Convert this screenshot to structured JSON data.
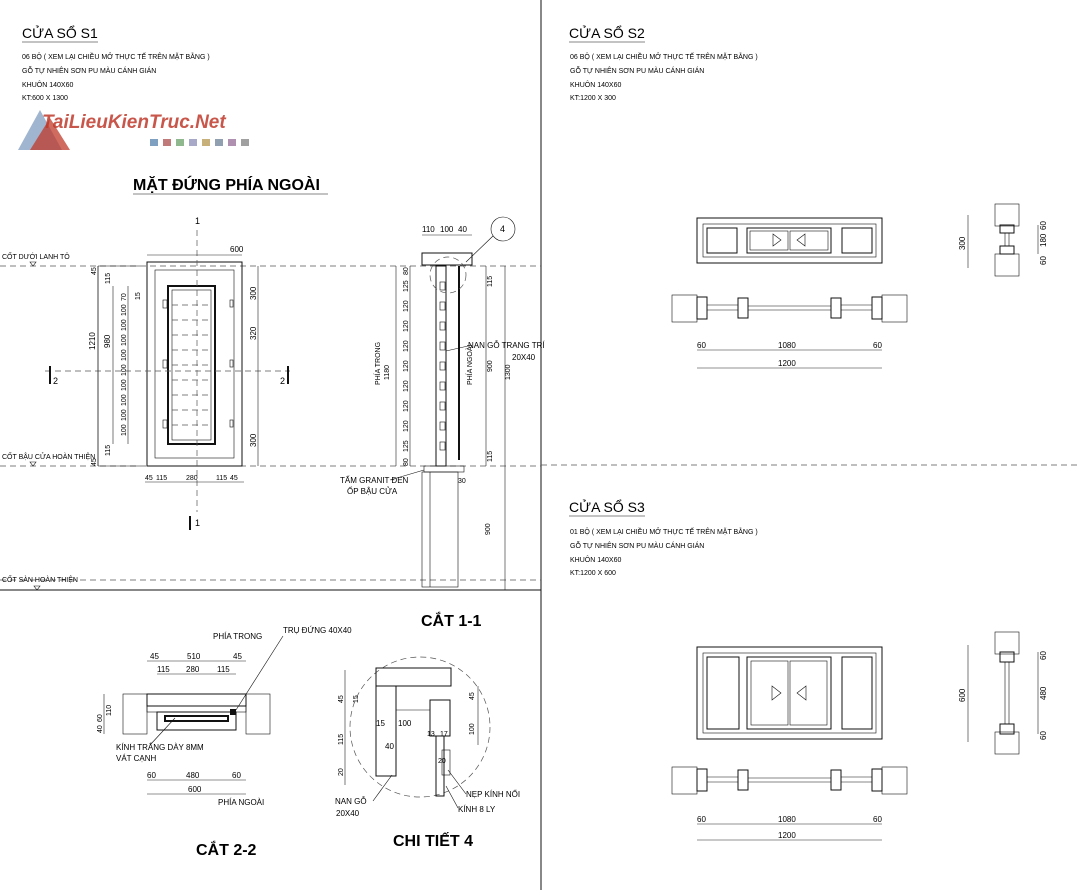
{
  "s1": {
    "title": "CỬA SỔ S1",
    "notes": [
      "06 BỘ ( XEM LẠI CHIỀU MỞ THỰC TẾ TRÊN MẶT BẰNG )",
      "GỖ TỰ NHIÊN SƠN PU MÀU CÁNH GIÁN",
      "KHUÔN 140X60",
      "KT:600 X 1300"
    ],
    "elevation_title": "MẶT ĐỨNG PHÍA NGOÀI",
    "levels": [
      "CỐT DƯỚI LANH TÔ",
      "CỐT BẬU CỬA HOÀN THIỆN",
      "CỐT SÀN HOÀN THIỆN"
    ],
    "elev_dims": {
      "top": "600",
      "left_total": "1210",
      "left_inner": "980",
      "left_a": "45",
      "left_b": "115",
      "left_c": "115",
      "left_d": "45",
      "right_a": "300",
      "right_b": "320",
      "right_c": "300",
      "bottom": [
        "45",
        "115",
        "280",
        "115",
        "45"
      ],
      "slats": [
        "70",
        "100",
        "100",
        "100",
        "100",
        "100",
        "100",
        "100",
        "100",
        "100",
        "15"
      ]
    },
    "section_marks": [
      "1",
      "1",
      "2",
      "2"
    ],
    "section_11": {
      "title": "CẮT 1-1",
      "top_dims": [
        "110",
        "100",
        "40"
      ],
      "detail_ref": "4",
      "left_label": "PHÍA TRONG",
      "left_total": "1180",
      "right_label": "PHÍA NGOÀI",
      "slat_dims": [
        "80",
        "125",
        "120",
        "120",
        "120",
        "120",
        "120",
        "120",
        "120",
        "125",
        "80"
      ],
      "right_dims": [
        "115",
        "900",
        "1300",
        "115"
      ],
      "nan_label": "NAN GỖ TRANG TRÍ",
      "nan_size": "20X40",
      "granite": [
        "TẤM GRANIT ĐEN",
        "ỐP BẬU CỬA"
      ],
      "bottom_dims": [
        "30",
        "900"
      ]
    },
    "section_22": {
      "title": "CẮT 2-2",
      "inside": "PHÍA TRONG",
      "outside": "PHÍA NGOÀI",
      "post": "TRỤ ĐỨNG 40X40",
      "glass": [
        "KÍNH TRẮNG DÀY 8MM",
        "VÁT CẠNH"
      ],
      "top_dims": [
        "45",
        "510",
        "45"
      ],
      "mid_dims": [
        "115",
        "280",
        "115"
      ],
      "left_dims": [
        "40",
        "60",
        "110"
      ],
      "bottom_dims": [
        "60",
        "480",
        "60"
      ],
      "total": "600"
    },
    "detail_4": {
      "title": "CHI TIẾT 4",
      "dims": [
        "45",
        "15",
        "115",
        "20",
        "15",
        "100",
        "40",
        "45",
        "100",
        "13",
        "17",
        "20"
      ],
      "nep": "NẸP KÍNH NỔI",
      "kinh": "KÍNH 8 LY",
      "nan": "NAN GỖ",
      "nan_size": "20X40"
    }
  },
  "s2": {
    "title": "CỬA SỔ S2",
    "notes": [
      "06 BỘ ( XEM LẠI CHIỀU MỞ THỰC TẾ TRÊN MẶT BẰNG )",
      "GỖ TỰ NHIÊN SƠN PU MÀU CÁNH GIÁN",
      "KHUÔN 140X60",
      "KT:1200 X 300"
    ],
    "dims": [
      "60",
      "1080",
      "60",
      "1200"
    ],
    "side_total": "300",
    "side_dims": [
      "60",
      "180",
      "60"
    ]
  },
  "s3": {
    "title": "CỬA SỔ S3",
    "notes": [
      "01 BỘ ( XEM LẠI CHIỀU MỞ THỰC TẾ TRÊN MẶT BẰNG )",
      "GỖ TỰ NHIÊN SƠN PU MÀU CÁNH GIÁN",
      "KHUÔN 140X60",
      "KT:1200 X 600"
    ],
    "dims": [
      "60",
      "1080",
      "60",
      "1200"
    ],
    "side_total": "600",
    "side_dims": [
      "60",
      "480",
      "60"
    ]
  },
  "watermark": "TaiLieuKienTruc.Net",
  "colors": {
    "line": "#111111",
    "watermark": "#c0392b"
  }
}
